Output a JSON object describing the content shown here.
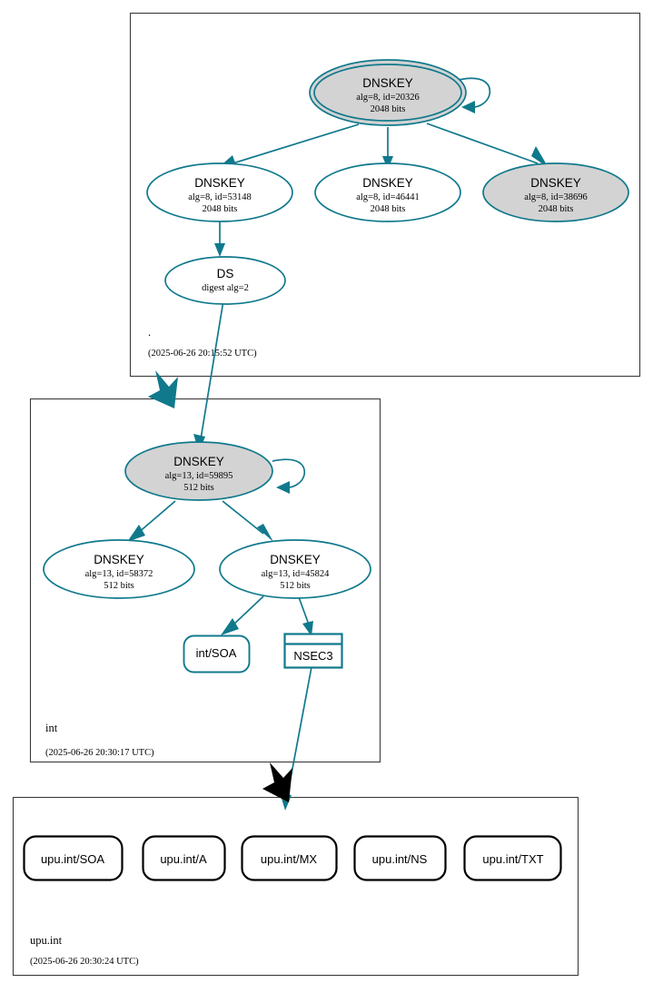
{
  "diagram": {
    "type": "dnssec-authentication-chain",
    "accent_color": "#10798c",
    "secure_fill_color": "#d3d3d3",
    "insecure_fill_color": "#ffffff",
    "delegation_arrow_colors": [
      "#10798c",
      "#000000"
    ]
  },
  "zones": [
    {
      "id": "root",
      "label": ".",
      "timestamp": "(2025-06-26 20:15:52 UTC)"
    },
    {
      "id": "int",
      "label": "int",
      "timestamp": "(2025-06-26 20:30:17 UTC)"
    },
    {
      "id": "upu-int",
      "label": "upu.int",
      "timestamp": "(2025-06-26 20:30:24 UTC)"
    }
  ],
  "root_zone": {
    "ksk": {
      "title": "DNSKEY",
      "params": "alg=8, id=20326",
      "size": "2048 bits"
    },
    "zsks": [
      {
        "title": "DNSKEY",
        "params": "alg=8, id=53148",
        "size": "2048 bits"
      },
      {
        "title": "DNSKEY",
        "params": "alg=8, id=46441",
        "size": "2048 bits"
      },
      {
        "title": "DNSKEY",
        "params": "alg=8, id=38696",
        "size": "2048 bits"
      }
    ],
    "ds": {
      "title": "DS",
      "params": "digest alg=2"
    }
  },
  "int_zone": {
    "ksk": {
      "title": "DNSKEY",
      "params": "alg=13, id=59895",
      "size": "512 bits"
    },
    "zsks": [
      {
        "title": "DNSKEY",
        "params": "alg=13, id=58372",
        "size": "512 bits"
      },
      {
        "title": "DNSKEY",
        "params": "alg=13, id=45824",
        "size": "512 bits"
      }
    ],
    "records": [
      {
        "label": "int/SOA",
        "shape": "rounded-rect"
      },
      {
        "label": "NSEC3",
        "shape": "rect-with-header"
      }
    ]
  },
  "upu_int_zone": {
    "records": [
      {
        "label": "upu.int/SOA"
      },
      {
        "label": "upu.int/A"
      },
      {
        "label": "upu.int/MX"
      },
      {
        "label": "upu.int/NS"
      },
      {
        "label": "upu.int/TXT"
      }
    ]
  }
}
